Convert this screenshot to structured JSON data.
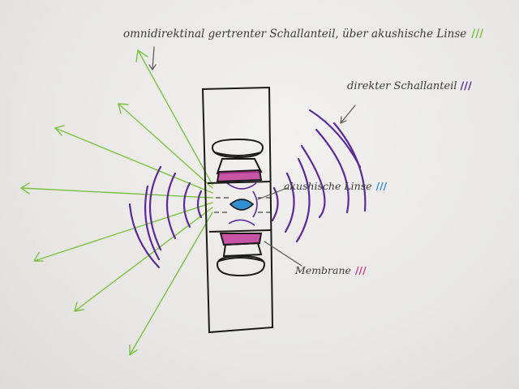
{
  "labels": {
    "omni": "omnidirektinal gertrenter Schallanteil, über akushische Linse",
    "omni_marks": "///",
    "direct": "direkter Schallanteil",
    "direct_marks": "///",
    "lens": "akushische Linse",
    "lens_marks": "///",
    "membrane": "Membrane",
    "membrane_marks": "///"
  },
  "colors": {
    "ink": "#1a1a1a",
    "green": "#7ac142",
    "purple": "#5b2a98",
    "magenta": "#c13a9a",
    "blue": "#2f8fd0",
    "paper": "#ecebe9"
  }
}
